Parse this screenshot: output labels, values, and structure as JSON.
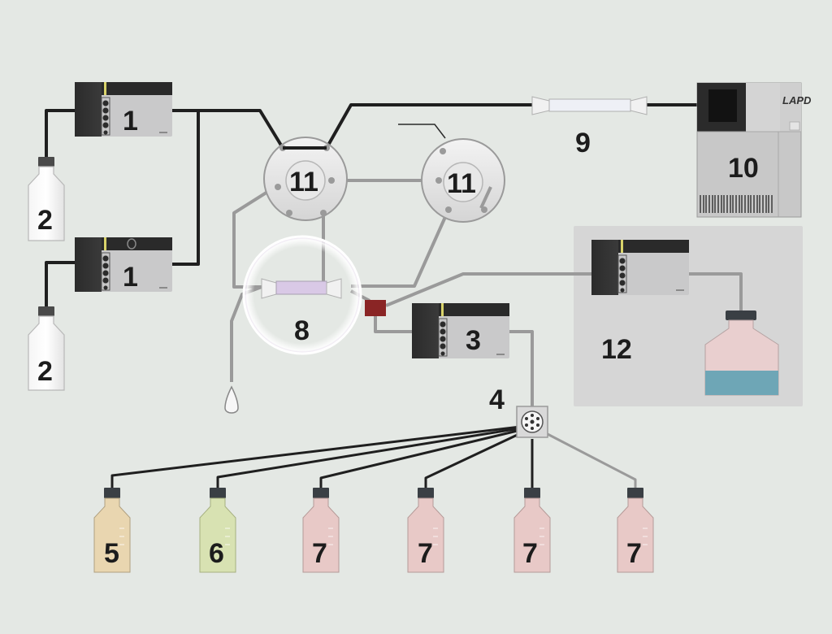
{
  "labels": {
    "pump_top": "1",
    "pump_bottom": "1",
    "solvent_bottle_top": "2",
    "solvent_bottle_bottom": "2",
    "pump_middle": "3",
    "selection_valve": "4",
    "reagent_bottle_a": "5",
    "reagent_bottle_b": "6",
    "reagent_bottle_c": "7",
    "reagent_bottle_d": "7",
    "reagent_bottle_e": "7",
    "reagent_bottle_f": "7",
    "trap_column": "8",
    "analytical_column": "9",
    "detector": "10",
    "switching_valve_left": "11",
    "switching_valve_right": "11",
    "sample_module": "12"
  },
  "detector_logo": "LAPD",
  "colors": {
    "background": "#e4e8e4",
    "pipe_dark": "#1f1f1f",
    "pipe_gray": "#9a9a9a",
    "trap_highlight": "#d9c9e6",
    "connector_red": "#8a2525",
    "bottle_yellow": "#e9d6b0",
    "bottle_green": "#d8e2b2",
    "bottle_pink": "#e8c9c7",
    "reservoir_liquid": "#6ea6b6"
  },
  "icons": [
    "pump-device",
    "solvent-bottle",
    "switching-valve",
    "column",
    "detector-instrument",
    "drop-icon",
    "selection-valve-icon"
  ]
}
